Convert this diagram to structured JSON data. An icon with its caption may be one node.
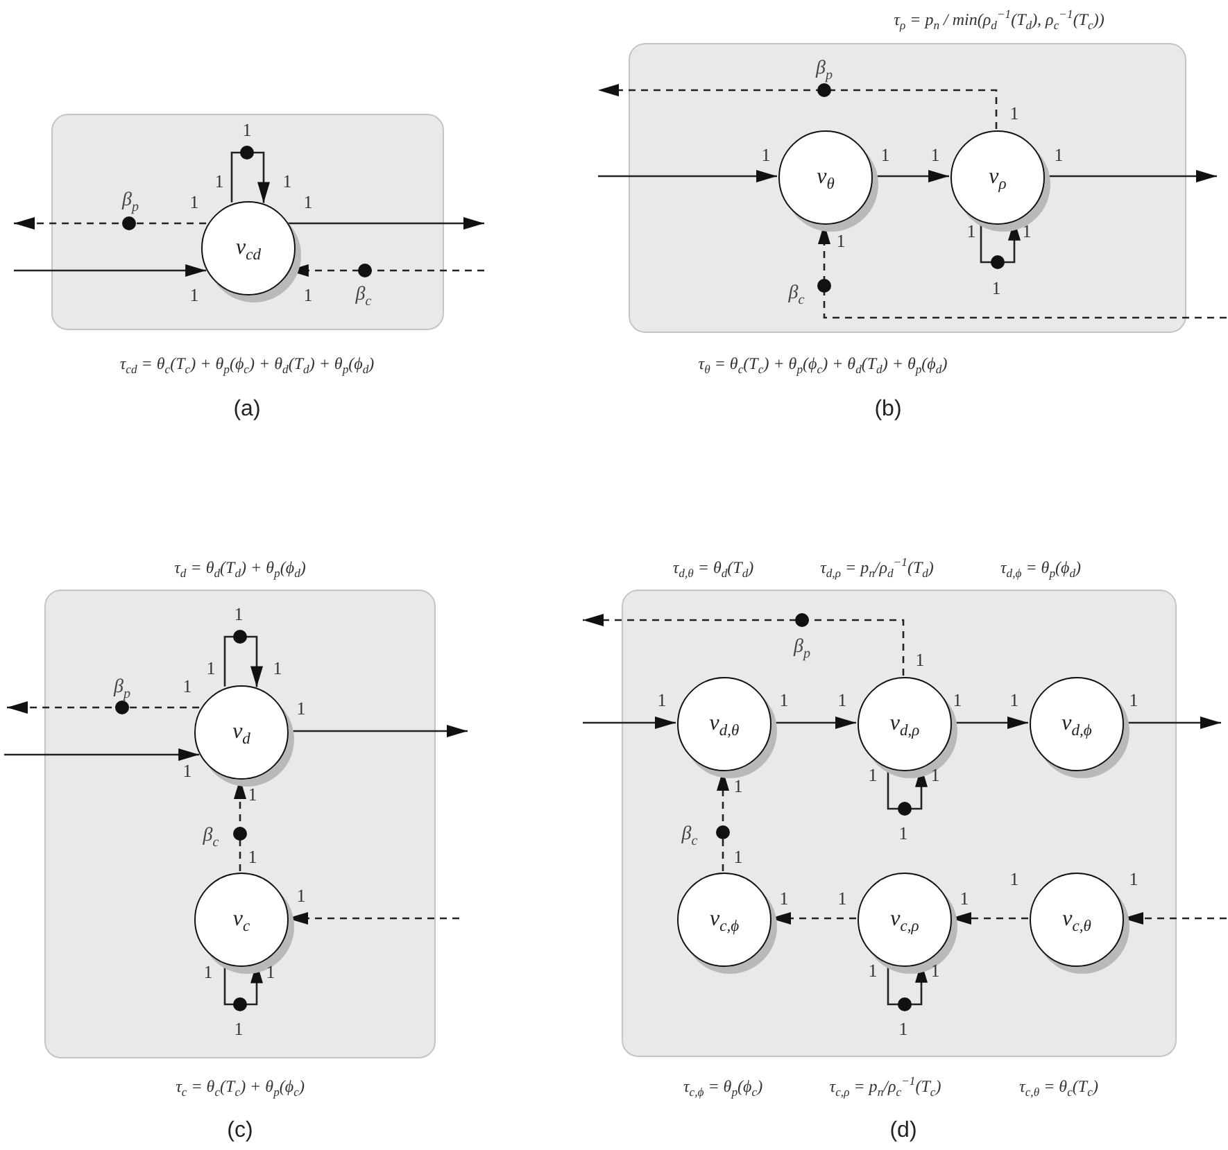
{
  "diagram": {
    "nodes": [
      {
        "text": [],
        "shape": "box"
      },
      {
        "text": [
          "v$_{cd}$"
        ],
        "in": 0
      },
      {
        "text": [],
        "shape": "box"
      },
      {
        "text": [
          "v$_{θ}$"
        ],
        "in": 2
      },
      {
        "text": [
          "v$_{ρ}$"
        ],
        "in": 2
      },
      {
        "text": [],
        "shape": "box"
      },
      {
        "text": [
          "v$_{d}$"
        ],
        "in": 5
      },
      {
        "text": [
          "v$_{c}$"
        ],
        "in": 5
      },
      {
        "text": [],
        "shape": "box"
      },
      {
        "text": [
          "v$_{d,θ}$"
        ],
        "in": 8
      },
      {
        "text": [
          "v$_{d,ρ}$"
        ],
        "in": 8
      },
      {
        "text": [
          "v$_{d,ϕ}$"
        ],
        "in": 8
      },
      {
        "text": [
          "v$_{c,ϕ}$"
        ],
        "in": 8
      },
      {
        "text": [
          "v$_{c,ρ}$"
        ],
        "in": 8
      },
      {
        "text": [
          "v$_{c,θ}$"
        ],
        "in": 8
      }
    ],
    "edges": [
      {
        "from": null,
        "to": 1,
        "arrow": "to"
      },
      {
        "from": 1,
        "to": null,
        "arrow": "to"
      },
      {
        "from": 1,
        "to": null,
        "arrow": "to",
        "style": "dashed",
        "label": "β$_{p}$"
      },
      {
        "from": null,
        "to": 1,
        "arrow": "to",
        "style": "dashed",
        "label": "β$_{c}$"
      },
      {
        "from": 1,
        "to": 1,
        "arrow": "to"
      },
      {
        "from": null,
        "to": 3,
        "arrow": "to"
      },
      {
        "from": 3,
        "to": 4,
        "arrow": "to"
      },
      {
        "from": 4,
        "to": null,
        "arrow": "to"
      },
      {
        "from": 4,
        "to": null,
        "arrow": "to",
        "style": "dashed",
        "label": "β$_{p}$"
      },
      {
        "from": null,
        "to": 3,
        "arrow": "to",
        "style": "dashed",
        "label": "β$_{c}$"
      },
      {
        "from": 4,
        "to": 4,
        "arrow": "to"
      },
      {
        "from": null,
        "to": 6,
        "arrow": "to"
      },
      {
        "from": 6,
        "to": null,
        "arrow": "to"
      },
      {
        "from": 6,
        "to": null,
        "arrow": "to",
        "style": "dashed",
        "label": "β$_{p}$"
      },
      {
        "from": 7,
        "to": 6,
        "arrow": "to",
        "style": "dashed",
        "label": "β$_{c}$"
      },
      {
        "from": null,
        "to": 7,
        "arrow": "to",
        "style": "dashed"
      },
      {
        "from": 6,
        "to": 6,
        "arrow": "to"
      },
      {
        "from": 7,
        "to": 7,
        "arrow": "to"
      },
      {
        "from": null,
        "to": 9,
        "arrow": "to"
      },
      {
        "from": 9,
        "to": 10,
        "arrow": "to"
      },
      {
        "from": 10,
        "to": 11,
        "arrow": "to"
      },
      {
        "from": 11,
        "to": null,
        "arrow": "to"
      },
      {
        "from": 10,
        "to": null,
        "arrow": "to",
        "style": "dashed",
        "label": "β$_{p}$"
      },
      {
        "from": 12,
        "to": 9,
        "arrow": "to",
        "style": "dashed",
        "label": "β$_{c}$"
      },
      {
        "from": null,
        "to": 14,
        "arrow": "to",
        "style": "dashed"
      },
      {
        "from": 14,
        "to": 13,
        "arrow": "to",
        "style": "dashed"
      },
      {
        "from": 13,
        "to": 12,
        "arrow": "to",
        "style": "dashed"
      },
      {
        "from": 10,
        "to": 10,
        "arrow": "to"
      },
      {
        "from": 13,
        "to": 13,
        "arrow": "to"
      }
    ],
    "labels": [
      "1",
      "1",
      "1",
      "1",
      "1",
      "1",
      "1",
      "τ$_{cd}$ = θ$_{c}$(T$_{c}$) + θ$_{p}$(ϕ$_{c}$) + θ$_{d}$(T$_{d}$) + θ$_{p}$(ϕ$_{d}$)",
      "(a)",
      "τ$_{ρ}$ = p$_{n}$ / min(ρ$_{d}$$^{−1}$(T$_{d}$), ρ$_{c}$$^{−1}$(T$_{c}$))",
      "1",
      "1",
      "1",
      "1",
      "1",
      "1",
      "1",
      "1",
      "1",
      "τ$_{θ}$ = θ$_{c}$(T$_{c}$) + θ$_{p}$(ϕ$_{c}$) + θ$_{d}$(T$_{d}$) + θ$_{p}$(ϕ$_{d}$)",
      "(b)",
      "τ$_{d}$ = θ$_{d}$(T$_{d}$) + θ$_{p}$(ϕ$_{d}$)",
      "1",
      "1",
      "1",
      "1",
      "1",
      "1",
      "1",
      "1",
      "1",
      "1",
      "1",
      "1",
      "τ$_{c}$ = θ$_{c}$(T$_{c}$) + θ$_{p}$(ϕ$_{c}$)",
      "(c)",
      "τ$_{d,θ}$ = θ$_{d}$(T$_{d}$)",
      "τ$_{d,ρ}$ = p$_{n}$/ρ$_{d}$$^{−1}$(T$_{d}$)",
      "τ$_{d,ϕ}$ = θ$_{p}$(ϕ$_{d}$)",
      "1",
      "1",
      "1",
      "1",
      "1",
      "1",
      "1",
      "1",
      "1",
      "1",
      "1",
      "1",
      "1",
      "1",
      "1",
      "1",
      "1",
      "1",
      "1",
      "1",
      "τ$_{c,ϕ}$ = θ$_{p}$(ϕ$_{c}$)",
      "τ$_{c,ρ}$ = p$_{n}$/ρ$_{c}$$^{−1}$(T$_{c}$)",
      "τ$_{c,θ}$ = θ$_{c}$(T$_{c}$)",
      "(d)"
    ]
  }
}
